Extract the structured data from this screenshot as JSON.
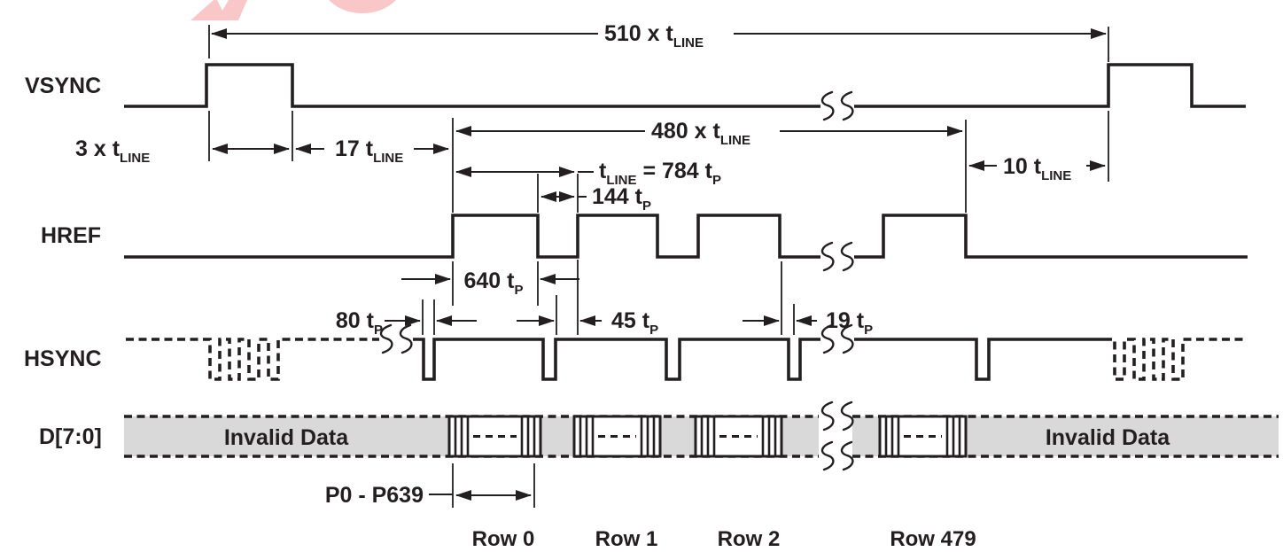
{
  "colors": {
    "ink": "#231f20",
    "band": "#d9d9d9",
    "watermark": "#f9c7c7",
    "background": "#ffffff"
  },
  "signals": {
    "vsync": {
      "label": "VSYNC"
    },
    "href": {
      "label": "HREF"
    },
    "hsync": {
      "label": "HSYNC"
    },
    "data_bus": {
      "label": "D[7:0]"
    }
  },
  "dims": {
    "total_frame": {
      "text": "510 x t",
      "sub": "LINE"
    },
    "vsync_pulse": {
      "text": "3 x t",
      "sub": "LINE"
    },
    "vsync_to_href": {
      "text": "17 t",
      "sub": "LINE"
    },
    "active_frame": {
      "text": "480 x t",
      "sub": "LINE"
    },
    "line_period": {
      "p1": "t",
      "s1": "LINE",
      "p2": " = 784 t",
      "s2": "P"
    },
    "href_low": {
      "text": "144 t",
      "sub": "P"
    },
    "href_high": {
      "text": "640 t",
      "sub": "P"
    },
    "href_to_vsync": {
      "text": "10 t",
      "sub": "LINE"
    },
    "hsync_pulse": {
      "text": "80 t",
      "sub": "P"
    },
    "hsync_to_href": {
      "text": "45 t",
      "sub": "P"
    },
    "href_to_hsync": {
      "text": "19 t",
      "sub": "P"
    }
  },
  "annotations": {
    "invalid_left": "Invalid Data",
    "invalid_right": "Invalid Data",
    "pixel_range": "P0 - P639",
    "rows": [
      {
        "label": "Row 0"
      },
      {
        "label": "Row 1"
      },
      {
        "label": "Row 2"
      },
      {
        "label": "Row 479"
      }
    ]
  }
}
